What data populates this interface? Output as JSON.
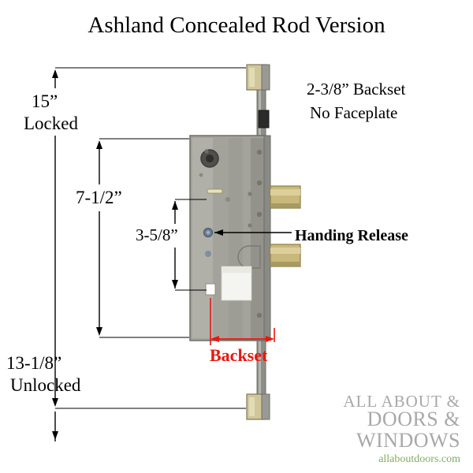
{
  "title": "Ashland Concealed Rod Version",
  "annotations": {
    "dim_15": "15”",
    "locked": "Locked",
    "dim_7_1_2": "7-1/2”",
    "dim_3_5_8": "3-5/8”",
    "dim_13_1_8": "13-1/8”",
    "unlocked": "Unlocked",
    "backset_note": "2-3/8” Backset",
    "no_faceplate": "No Faceplate",
    "handing_release": "Handing Release",
    "backset_red": "Backset"
  },
  "logo": {
    "line1": "ALL ABOUT &",
    "line2": "DOORS &",
    "line3": "WINDOWS",
    "site": "allaboutdoors.com"
  },
  "colors": {
    "accent_red": "#e8170f",
    "logo_gray": "#a8a8a8",
    "logo_green": "#7fae5e",
    "lock_body": "#9a9a95",
    "brass": "#c8b77a"
  },
  "diagram": {
    "type": "technical-drawing",
    "subject": "Ashland multipoint lock, concealed rod version",
    "parts": [
      {
        "name": "top-strike-plate",
        "label": ""
      },
      {
        "name": "top-rod-tab",
        "label": ""
      },
      {
        "name": "lock-body",
        "label": ""
      },
      {
        "name": "upper-brass-latch",
        "label": ""
      },
      {
        "name": "lower-brass-latch",
        "label": ""
      },
      {
        "name": "handing-release-pin",
        "label": ""
      },
      {
        "name": "bottom-strike-plate",
        "label": ""
      }
    ]
  }
}
